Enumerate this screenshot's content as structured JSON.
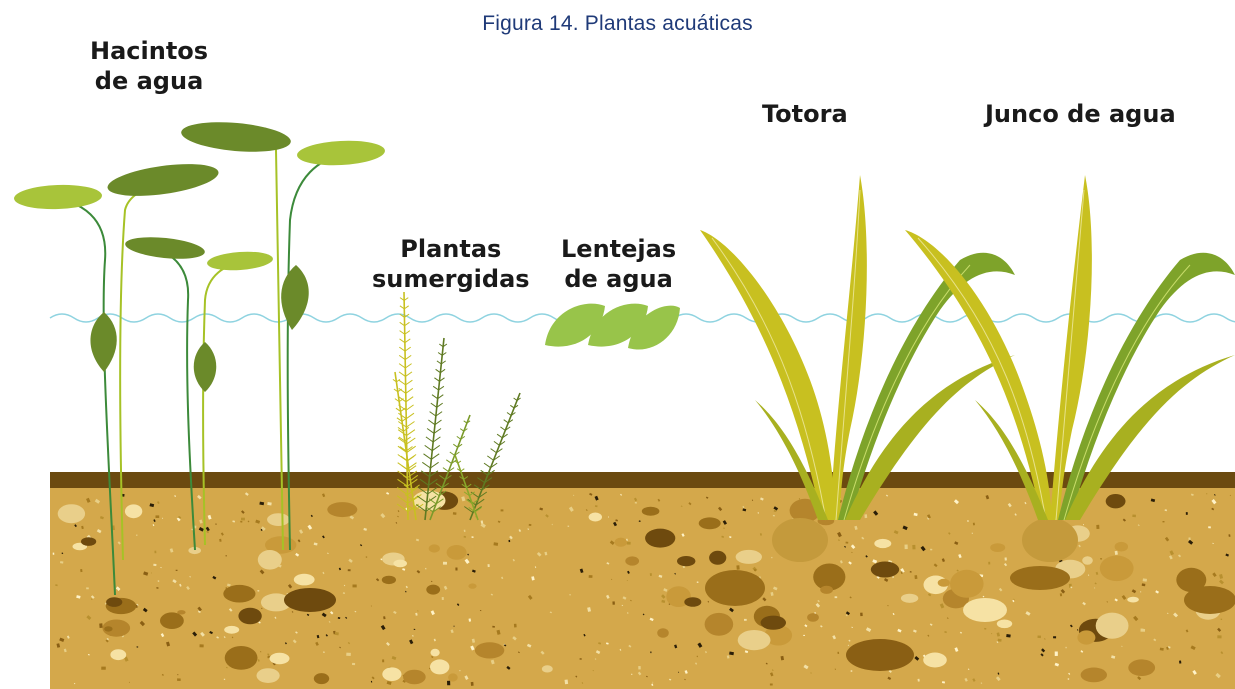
{
  "figure": {
    "title": "Figura 14.  Plantas acuáticas"
  },
  "labels": {
    "water_hyacinth": [
      "Hacintos",
      "de agua"
    ],
    "submerged": [
      "Plantas",
      "sumergidas"
    ],
    "duckweed": [
      "Lentejas",
      "de agua"
    ],
    "totora": [
      "Totora"
    ],
    "water_rush": [
      "Junco de agua"
    ]
  },
  "colors": {
    "water_line": "#8fd3e0",
    "soil": "#d4a84b",
    "soil_band": "#6b4a10",
    "leaf_dark": "#6b8a2a",
    "leaf_light": "#a8c43a",
    "reed_yellow": "#c8c020",
    "reed_green": "#7ea32a",
    "duckweed": "#98c44a",
    "label_text": "#1a1a1a",
    "title_text": "#1f3a78"
  }
}
